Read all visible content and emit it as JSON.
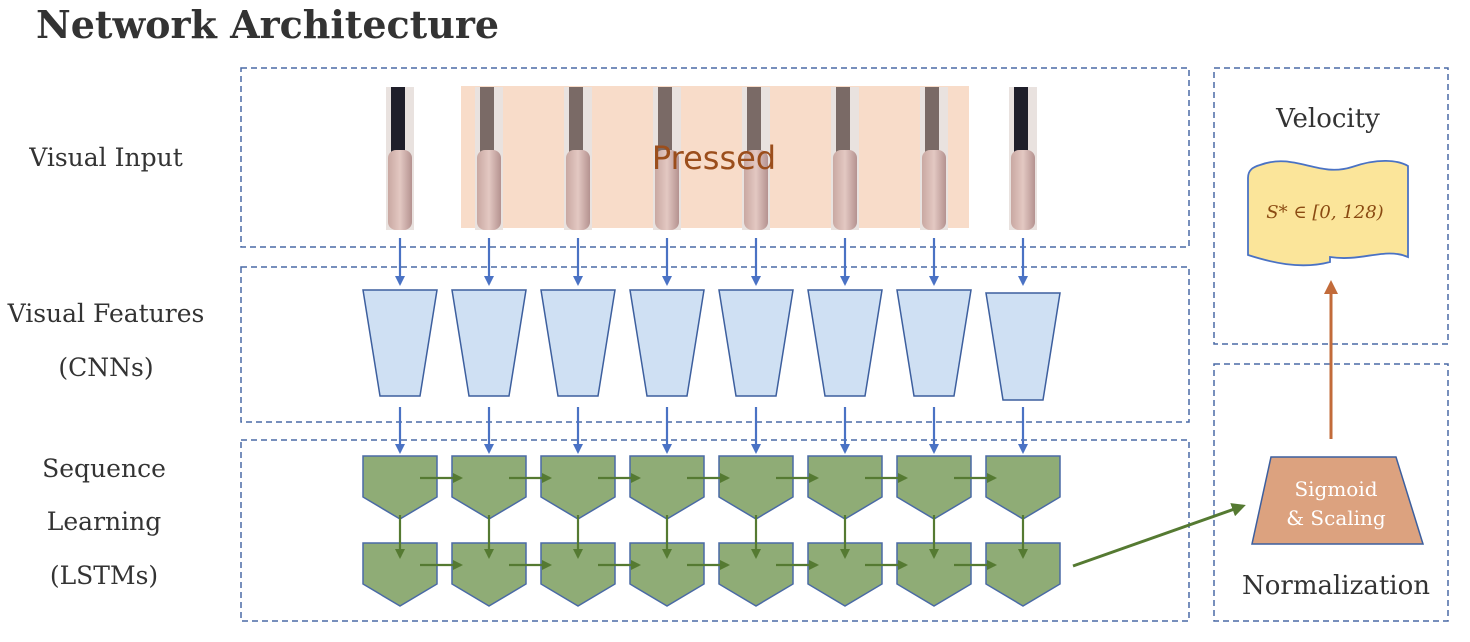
{
  "title": "Network Architecture",
  "rows": {
    "visual_input": "Visual Input",
    "visual_features_line1": "Visual Features",
    "visual_features_line2": "(CNNs)",
    "sequence_line1": "Sequence",
    "sequence_line2": "Learning",
    "sequence_line3": "(LSTMs)"
  },
  "frames": {
    "pressed_label": "Pressed"
  },
  "velocity": {
    "label": "Velocity",
    "formula": "S* ∈ [0, 128)"
  },
  "normalization": {
    "box_line1": "Sigmoid",
    "box_line2": "& Scaling",
    "label": "Normalization"
  },
  "colors": {
    "dashed_border": "#4a6aa5",
    "arrow_blue": "#4a72c4",
    "cnn_fill": "#cfe0f3",
    "cnn_stroke": "#3d5f9e",
    "lstm_fill": "#8fac76",
    "lstm_stroke": "#4a6aa5",
    "arrow_green": "#557a32",
    "pressed_band": "#f8dcc9",
    "sigmoid_fill": "#dca27f",
    "arrow_orange": "#c26b3a",
    "velocity_fill": "#fbe59a",
    "velocity_stroke": "#4a72c4"
  }
}
